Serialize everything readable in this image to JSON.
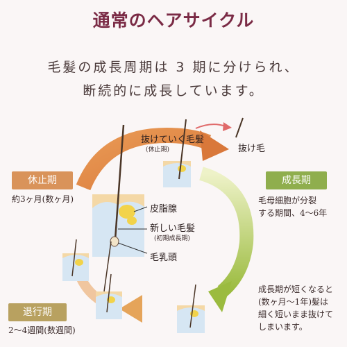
{
  "title": "通常のヘアサイクル",
  "intro": {
    "line1": "毛髪の成長周期は 3 期に分けられ、",
    "line2": "断続的に成長しています。"
  },
  "labels": {
    "falling_hair": "抜けていく毛髪",
    "falling_hair_sub": "(休止期)",
    "shed_hair": "抜け毛",
    "sebaceous": "皮脂腺",
    "new_hair": "新しい毛髪",
    "new_hair_sub": "(初期成長期)",
    "papilla": "毛乳頭"
  },
  "phases": {
    "rest": {
      "name": "休止期",
      "duration": "約3ヶ月(数ヶ月)",
      "color": "#d9935a"
    },
    "growth": {
      "name": "成長期",
      "desc_line1": "毛母細胞が分裂",
      "desc_line2": "する期間、4〜6年",
      "color": "#8fae4d"
    },
    "regression": {
      "name": "退行期",
      "duration": "2〜4週間(数週間)",
      "color": "#b8a160"
    }
  },
  "note": {
    "line1": "成長期が短くなると",
    "line2": "(数ヶ月〜1年)髪は",
    "line3": "細く短いまま抜けて",
    "line4": "しまいます。"
  },
  "colors": {
    "title": "#7a2a45",
    "arrow_orange": "#e0874a",
    "arrow_green": "#a9c24f",
    "arrow_red": "#e06a6a",
    "skin": "#f3d7a8",
    "follicle_blue": "#cfe3f2"
  }
}
